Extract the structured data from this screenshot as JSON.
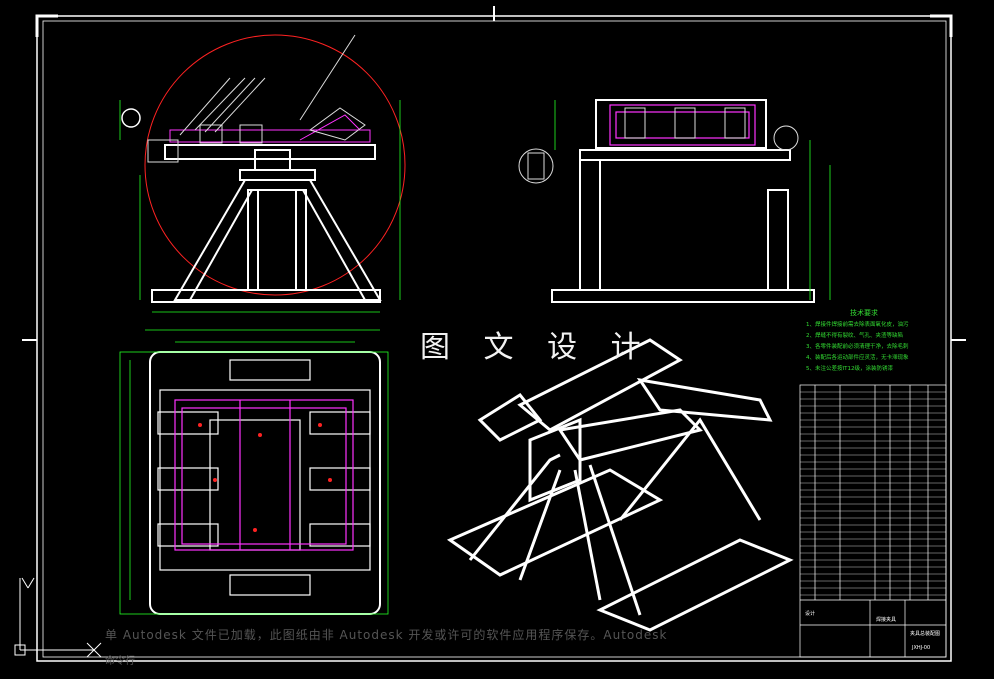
{
  "drawing": {
    "watermark_text": "图 文 设 计",
    "tech_notes_title": "技术要求",
    "tech_notes": [
      "1、焊接件焊接前需去除表面氧化皮，油污",
      "2、焊缝不得有裂纹、气孔、夹渣等缺陷",
      "3、各零件装配前必须清理干净，去除毛刺",
      "4、装配后各运动部件应灵活，无卡滞现象",
      "5、未注公差按IT12级，涂装防锈漆"
    ],
    "title_block": {
      "drawing_name": "夹具总装配图",
      "drawing_number": "JXHJ-00",
      "designer_label": "设计",
      "company_label": "焊接夹具"
    },
    "status_bar": {
      "line1": "单 Autodesk 文件已加载，此图纸由非 Autodesk 开发或许可的软件应用程序保存。Autodesk",
      "line2": "命令行"
    },
    "colors": {
      "background": "#000000",
      "frame": "#ffffff",
      "dimension": "#22ff22",
      "centerline_circle": "#ff2222",
      "magenta": "#ff33ff",
      "part_white": "#ffffff",
      "yellow": "#f0e68c"
    }
  }
}
